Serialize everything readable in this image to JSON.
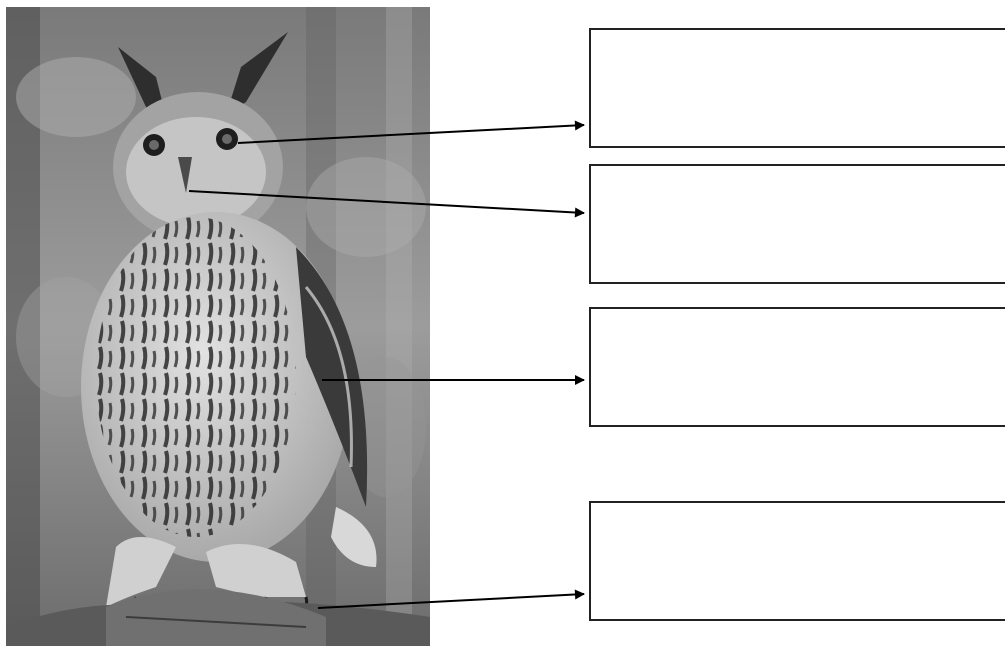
{
  "image": {
    "subject": "owl-photo",
    "colors": {
      "background": "#8a8a8a",
      "plumage_light": "#d8d8d8",
      "plumage_dark": "#2a2a2a",
      "bark": "#5a5a5a"
    }
  },
  "labels": [
    {
      "id": "eye",
      "text": ""
    },
    {
      "id": "beak",
      "text": ""
    },
    {
      "id": "wing",
      "text": ""
    },
    {
      "id": "talon",
      "text": ""
    }
  ],
  "colors": {
    "arrow": "#000000",
    "box_border": "#222222"
  }
}
